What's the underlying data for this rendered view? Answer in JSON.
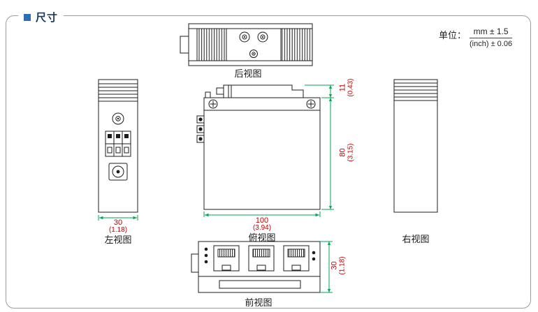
{
  "header": {
    "title": "尺寸"
  },
  "units": {
    "label": "单位：",
    "mm_tolerance": "mm ± 1.5",
    "inch_tolerance": "(inch) ± 0.06"
  },
  "views": {
    "rear": {
      "label": "后视图"
    },
    "left": {
      "label": "左视图",
      "width": {
        "mm": "30",
        "inch": "(1.18)"
      }
    },
    "top": {
      "label": "俯视图",
      "width": {
        "mm": "100",
        "inch": "(3.94)"
      },
      "depth": {
        "mm": "80",
        "inch": "(3.15)"
      },
      "clip": {
        "mm": "11",
        "inch": "(0.43)"
      }
    },
    "right": {
      "label": "右视图"
    },
    "front": {
      "label": "前视图",
      "height": {
        "mm": "30",
        "inch": "(1.18)"
      }
    }
  },
  "colors": {
    "accent_blue": "#2f6db5",
    "title_navy": "#17375e",
    "dim_red": "#c00000",
    "dim_green": "#00a651",
    "line_dark": "#1c1c1c",
    "frame_gray": "#9b9b9b"
  }
}
